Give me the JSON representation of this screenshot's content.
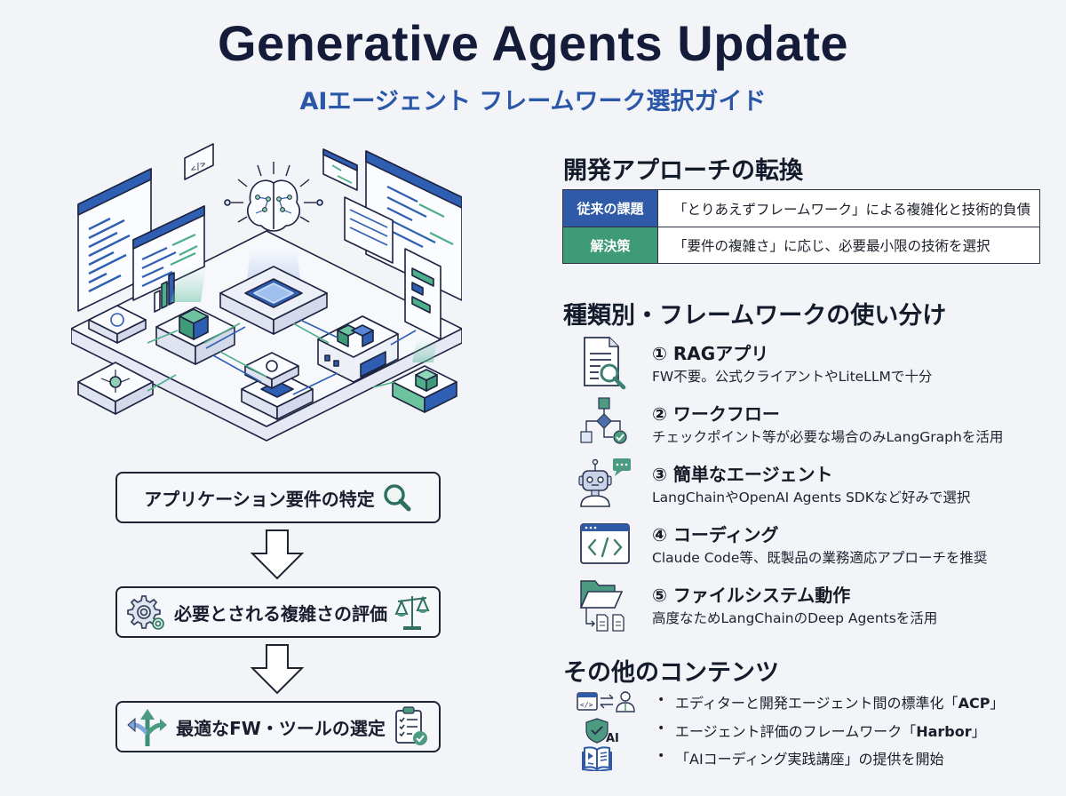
{
  "header": {
    "title": "Generative Agents Update",
    "subtitle": "AIエージェント フレームワーク選択ガイド"
  },
  "illustration": {
    "description": "Isometric AI agent platform with central brain chip, code windows, connected modules",
    "colors": {
      "blue": "#2f5fb3",
      "green": "#4caf8a",
      "outline": "#1e2340",
      "panel": "#eef0f8"
    }
  },
  "flow": {
    "steps": [
      {
        "label": "アプリケーション要件の特定",
        "icon": "magnifier-icon"
      },
      {
        "label": "必要とされる複雑さの評価",
        "icon_left": "gears-icon",
        "icon_right": "scale-icon"
      },
      {
        "label": "最適なFW・ツールの選定",
        "icon_left": "branching-arrows-icon",
        "icon_right": "checklist-icon"
      }
    ],
    "arrow_icon": "down-arrow-outline"
  },
  "approach": {
    "heading": "開発アプローチの転換",
    "rows": [
      {
        "key": "従来の課題",
        "value": "「とりあえずフレームワーク」による複雑化と技術的負債",
        "color": "#2f5aa8"
      },
      {
        "key": "解決策",
        "value": "「要件の複雑さ」に応じ、必要最小限の技術を選択",
        "color": "#3e9a77"
      }
    ]
  },
  "frameworks": {
    "heading": "種類別・フレームワークの使い分け",
    "items": [
      {
        "title": "① RAGアプリ",
        "desc": "FW不要。公式クライアントやLiteLLMで十分",
        "icon": "document-search-icon"
      },
      {
        "title": "② ワークフロー",
        "desc": "チェックポイント等が必要な場合のみLangGraphを活用",
        "icon": "flowchart-icon"
      },
      {
        "title": "③ 簡単なエージェント",
        "desc": "LangChainやOpenAI Agents SDKなど好みで選択",
        "icon": "robot-chat-icon"
      },
      {
        "title": "④ コーディング",
        "desc": "Claude Code等、既製品の業務適応アプローチを推奨",
        "icon": "code-window-icon"
      },
      {
        "title": "⑤ ファイルシステム動作",
        "desc": "高度なためLangChainのDeep Agentsを活用",
        "icon": "folder-files-icon"
      }
    ]
  },
  "others": {
    "heading": "その他のコンテンツ",
    "bullet": "•",
    "items": [
      {
        "text": "エディターと開発エージェント間の標準化「",
        "strong": "ACP",
        "tail": "」",
        "icon": "code-exchange-user-icon"
      },
      {
        "text": "エージェント評価のフレームワーク「",
        "strong": "Harbor",
        "tail": "」",
        "icon": "shield-check-ai-icon",
        "icon_label": "AI"
      },
      {
        "text": "「AIコーディング実践講座」の提供を開始",
        "strong": "",
        "tail": "",
        "icon": "open-book-video-icon"
      }
    ]
  }
}
